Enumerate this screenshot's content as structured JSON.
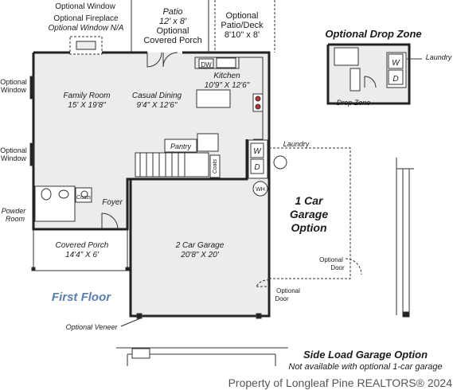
{
  "labels": {
    "optional_window_top": "Optional Window",
    "optional_fireplace": "Optional Fireplace",
    "optional_window_na": "Optional Window N/A",
    "patio_title": "Patio",
    "patio_size": "12' x 8'",
    "patio_optional": "Optional",
    "covered_porch_top": "Covered Porch",
    "opt_patio_1": "Optional",
    "opt_patio_2": "Patio/Deck",
    "opt_patio_size": "8'10\" x 8'",
    "optional_window_left_1a": "Optional",
    "optional_window_left_1b": "Window",
    "optional_window_left_2a": "Optional",
    "optional_window_left_2b": "Window",
    "family_room": "Family Room",
    "family_room_size": "15' X 19'8\"",
    "casual_dining": "Casual Dining",
    "casual_dining_size": "9'4\" X 12'6\"",
    "kitchen": "Kitchen",
    "kitchen_size": "10'9\" X 12'6\"",
    "dw": "DW",
    "pantry": "Pantry",
    "coats_1": "Coats",
    "coats_2": "Coats",
    "w": "W",
    "d": "D",
    "wh": "WH",
    "laundry": "Laundry",
    "powder_1": "Powder",
    "powder_2": "Room",
    "foyer": "Foyer",
    "covered_porch": "Covered Porch",
    "covered_porch_size": "14'4\" X 6'",
    "garage": "2 Car Garage",
    "garage_size": "20'8\" X 20'",
    "first_floor": "First Floor",
    "optional_veneer": "Optional Veneer",
    "one_car_1": "1 Car",
    "one_car_2": "Garage",
    "one_car_3": "Option",
    "opt_door_1a": "Optional",
    "opt_door_1b": "Door",
    "opt_door_2a": "Optional",
    "opt_door_2b": "Door",
    "drop_zone_title": "Optional Drop Zone",
    "drop_zone": "Drop Zone",
    "dz_laundry": "Laundry",
    "dz_w": "W",
    "dz_d": "D",
    "side_load_title": "Side Load Garage Option",
    "side_load_sub": "Not available with optional 1-car garage",
    "watermark": "Property of Longleaf Pine REALTORS® 2024"
  },
  "colors": {
    "first_floor_label": "#5b7fad",
    "room_fill": "#ececec",
    "wall": "#222222"
  }
}
